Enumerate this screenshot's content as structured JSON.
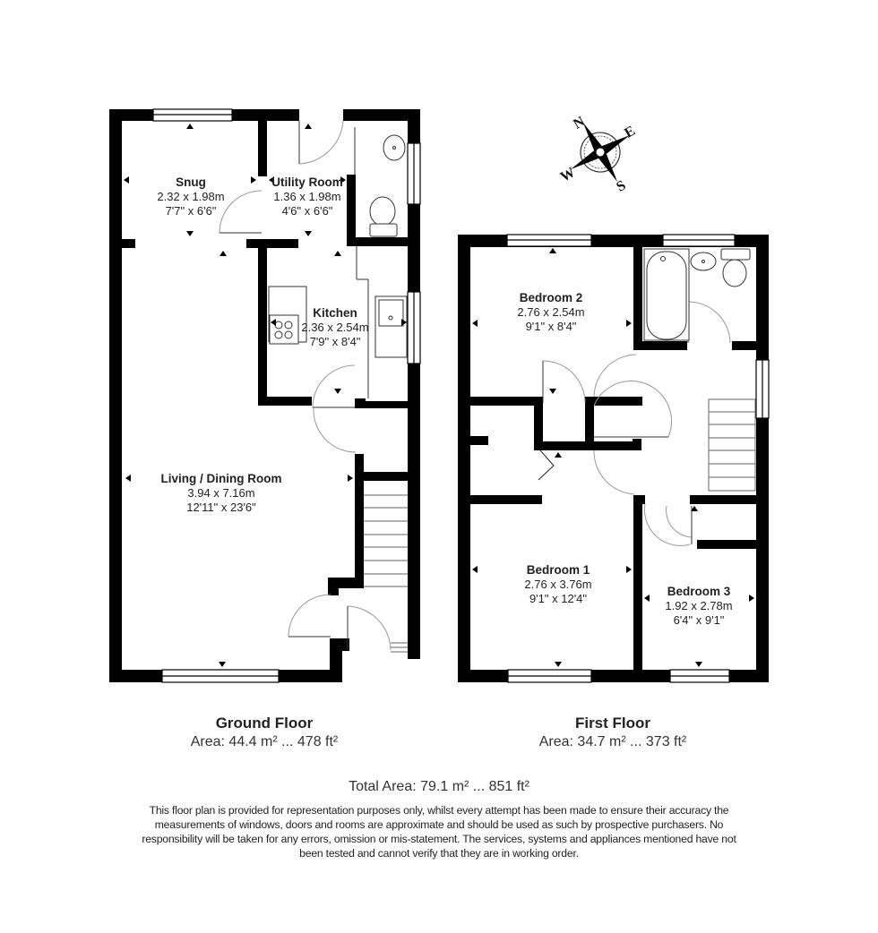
{
  "compass": {
    "icon": "compass-rose-icon",
    "labels": {
      "north": "N",
      "east": "E",
      "south": "S",
      "west": "W"
    }
  },
  "ground_floor": {
    "title": "Ground Floor",
    "area": "Area: 44.4 m² ... 478 ft²",
    "rooms": [
      {
        "name": "Snug",
        "metric": "2.32 x 1.98m",
        "imperial": "7'7\" x 6'6\""
      },
      {
        "name": "Utility Room",
        "metric": "1.36 x 1.98m",
        "imperial": "4'6\" x 6'6\""
      },
      {
        "name": "Kitchen",
        "metric": "2.36 x 2.54m",
        "imperial": "7'9\" x 8'4\""
      },
      {
        "name": "Living / Dining Room",
        "metric": "3.94 x 7.16m",
        "imperial": "12'11\" x 23'6\""
      }
    ]
  },
  "first_floor": {
    "title": "First Floor",
    "area": "Area: 34.7 m² ... 373 ft²",
    "rooms": [
      {
        "name": "Bedroom 2",
        "metric": "2.76 x 2.54m",
        "imperial": "9'1\" x 8'4\""
      },
      {
        "name": "Bedroom 1",
        "metric": "2.76 x 3.76m",
        "imperial": "9'1\" x 12'4\""
      },
      {
        "name": "Bedroom 3",
        "metric": "1.92 x 2.78m",
        "imperial": "6'4\" x 9'1\""
      }
    ]
  },
  "total_area": "Total Area: 79.1 m² ... 851 ft²",
  "disclaimer": "This floor plan is provided for representation purposes only, whilst every attempt has been made to ensure their accuracy the measurements of windows, doors and rooms are approximate and should be used as such by prospective purchasers. No responsibility will be taken for any errors, omission or mis-statement. The services, systems and appliances mentioned have not been tested and cannot verify that they are in working order.",
  "colors": {
    "wall": "#000000",
    "background": "#ffffff",
    "door_arc": "#9a9a9a",
    "text": "#222222"
  }
}
